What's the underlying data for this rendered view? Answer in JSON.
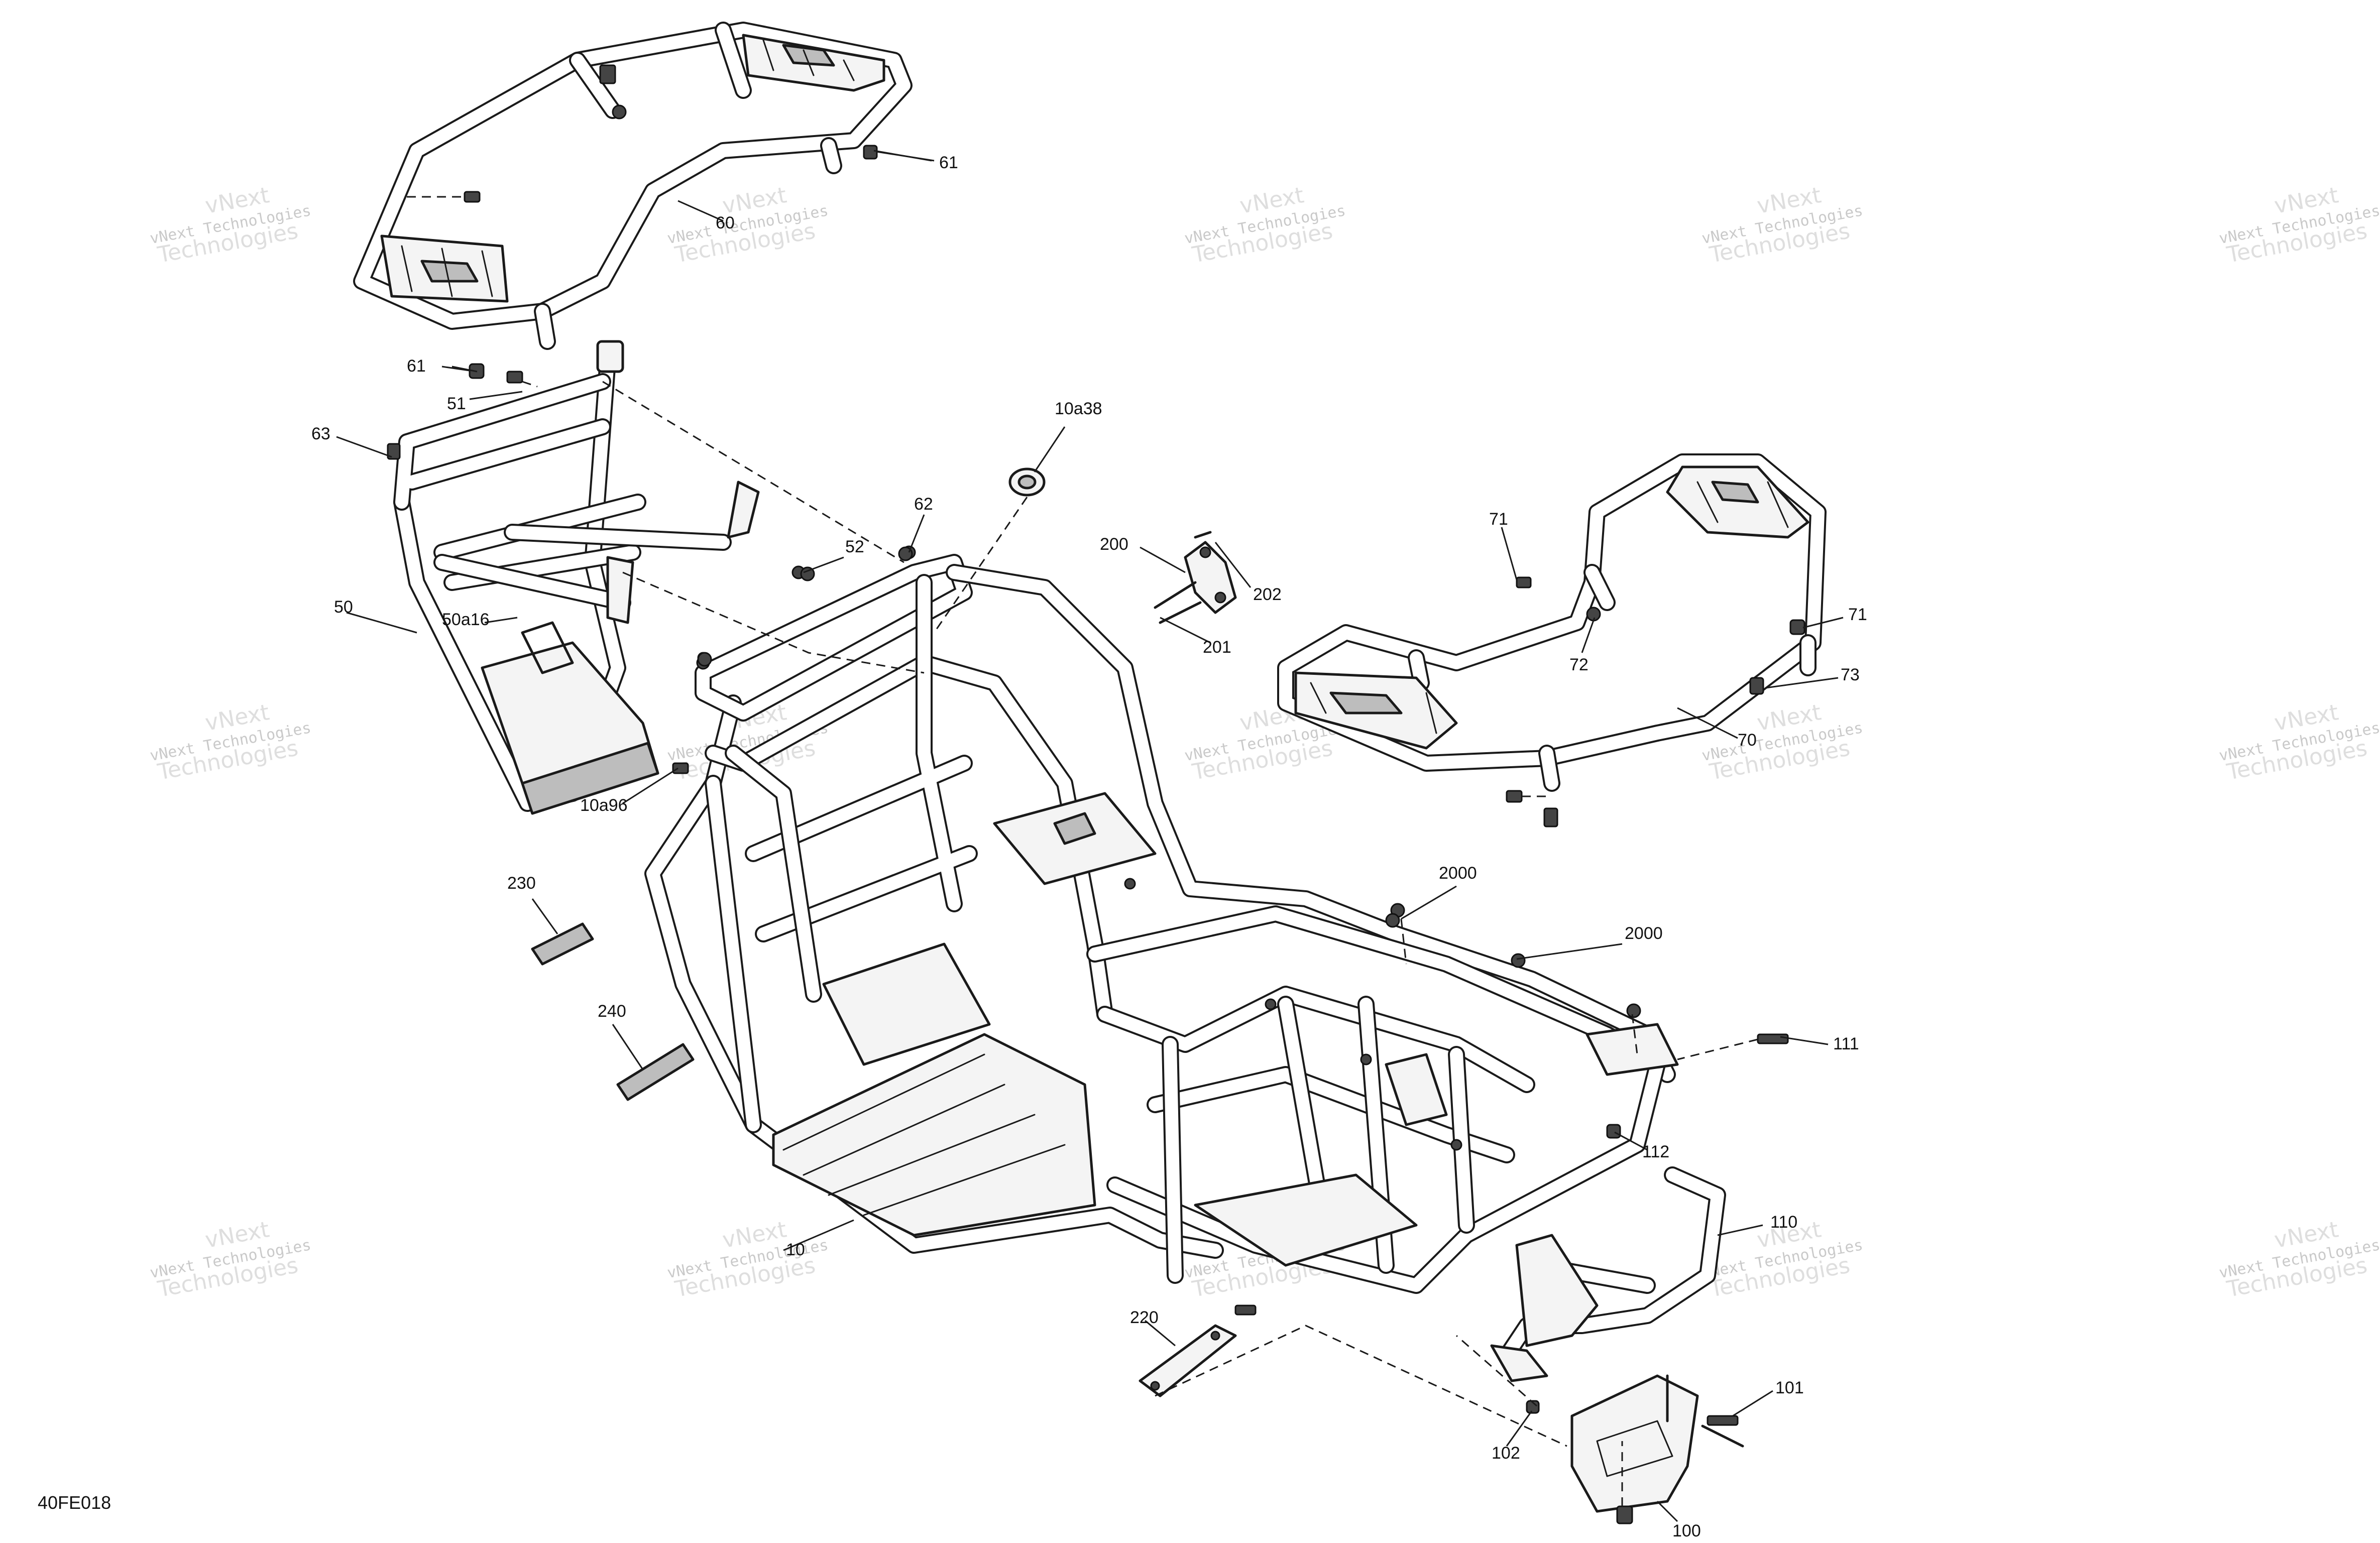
{
  "watermark": {
    "line_1": "vNext",
    "line_2": "vNext Technologies",
    "line_3": "Technologies"
  },
  "drawing_code": "40FE018",
  "callouts": [
    {
      "id": "c61a",
      "label": "61"
    },
    {
      "id": "c60",
      "label": "60"
    },
    {
      "id": "c61b",
      "label": "61"
    },
    {
      "id": "c51",
      "label": "51"
    },
    {
      "id": "c63",
      "label": "63"
    },
    {
      "id": "c10a38",
      "label": "10a38"
    },
    {
      "id": "c62",
      "label": "62"
    },
    {
      "id": "c52",
      "label": "52"
    },
    {
      "id": "c200",
      "label": "200"
    },
    {
      "id": "c202",
      "label": "202"
    },
    {
      "id": "c201",
      "label": "201"
    },
    {
      "id": "c71a",
      "label": "71"
    },
    {
      "id": "c71b",
      "label": "71"
    },
    {
      "id": "c72",
      "label": "72"
    },
    {
      "id": "c73",
      "label": "73"
    },
    {
      "id": "c70",
      "label": "70"
    },
    {
      "id": "c50",
      "label": "50"
    },
    {
      "id": "c50a16",
      "label": "50a16"
    },
    {
      "id": "c10a96",
      "label": "10a96"
    },
    {
      "id": "c230",
      "label": "230"
    },
    {
      "id": "c240",
      "label": "240"
    },
    {
      "id": "c2000a",
      "label": "2000"
    },
    {
      "id": "c2000b",
      "label": "2000"
    },
    {
      "id": "c111",
      "label": "111"
    },
    {
      "id": "c112",
      "label": "112"
    },
    {
      "id": "c110",
      "label": "110"
    },
    {
      "id": "c10",
      "label": "10"
    },
    {
      "id": "c220",
      "label": "220"
    },
    {
      "id": "c101",
      "label": "101"
    },
    {
      "id": "c102",
      "label": "102"
    },
    {
      "id": "c100",
      "label": "100"
    }
  ]
}
